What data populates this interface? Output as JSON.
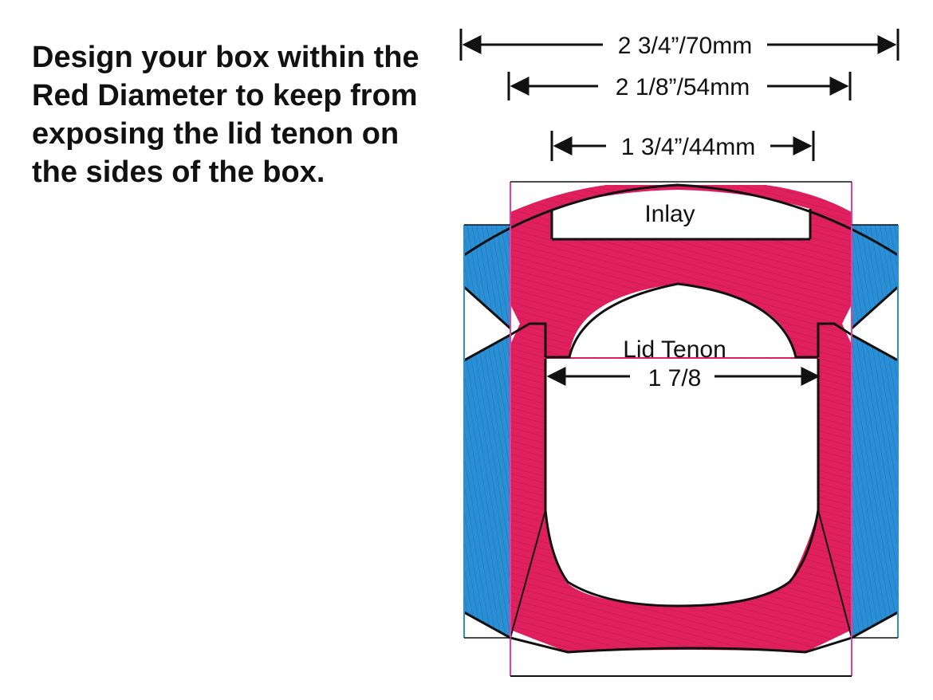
{
  "intro_text": "Design your box within the Red Diameter to keep from exposing the lid tenon on the sides of the box.",
  "dimensions": {
    "outer": "2 3/4”/70mm",
    "middle": "2 1/8”/54mm",
    "inner": "1 3/4”/44mm",
    "tenon": "1 7/8"
  },
  "labels": {
    "inlay": "Inlay",
    "lid_tenon": "Lid Tenon"
  },
  "colors": {
    "red_zone": "#e0205e",
    "blue_zone": "#2a8fd4",
    "outline": "#111111",
    "red_line": "#e040a0",
    "blue_line": "#2a8fd4"
  }
}
